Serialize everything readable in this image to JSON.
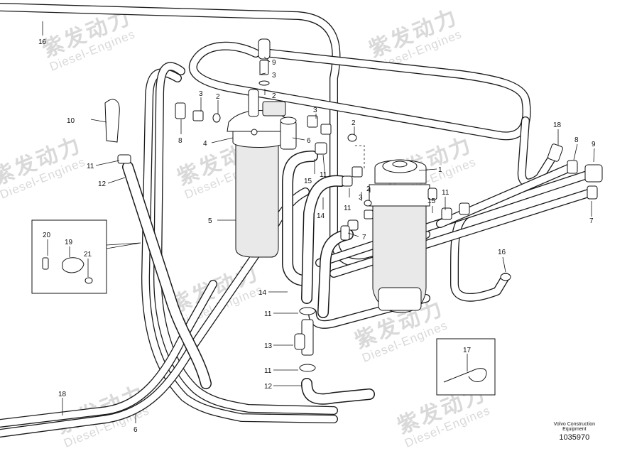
{
  "watermark": {
    "chinese": "紫发动力",
    "english": "Diesel-Engines"
  },
  "footer": {
    "brand_line1": "Volvo Construction",
    "brand_line2": "Equipment",
    "drawing_number": "1035970"
  },
  "callouts": {
    "c16_top": "16",
    "c9_top": "9",
    "c3_top": "3",
    "c2_top": "2",
    "c3_left": "3",
    "c2_left": "2",
    "c10": "10",
    "c8_left": "8",
    "c4": "4",
    "c6_mid": "6",
    "c3_mid": "3",
    "c2_mid": "2",
    "c11_left": "11",
    "c12_left": "12",
    "c1": "1",
    "c15_left": "15",
    "c11_mid": "11",
    "c3_low": "3",
    "c2_low": "2",
    "c11_low": "11",
    "c14_upper": "14",
    "c7_mid": "7",
    "c15_right": "15",
    "c11_right": "11",
    "c5": "5",
    "c18_right": "18",
    "c8_right": "8",
    "c9_right": "9",
    "c7_right": "7",
    "c16_right": "16",
    "c20": "20",
    "c19": "19",
    "c21": "21",
    "c14_low": "14",
    "c11_a": "11",
    "c13": "13",
    "c11_b": "11",
    "c12_low": "12",
    "c18_bottom": "18",
    "c6_bottom": "6",
    "c17": "17"
  }
}
